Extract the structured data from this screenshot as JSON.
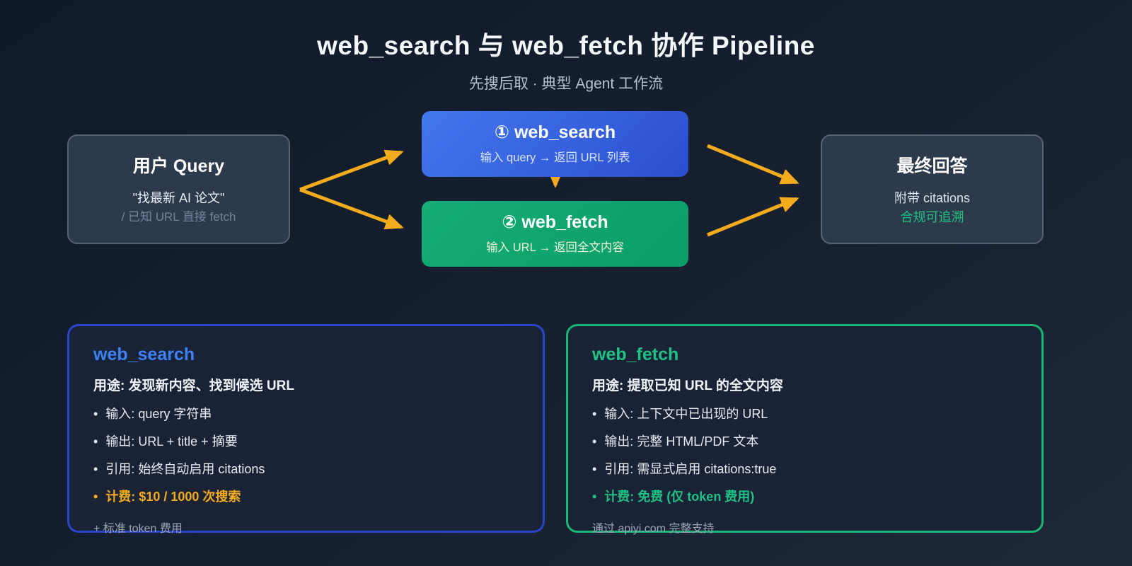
{
  "header": {
    "title": "web_search 与 web_fetch 协作 Pipeline",
    "subtitle": "先搜后取 · 典型 Agent 工作流"
  },
  "flow": {
    "user": {
      "title": "用户 Query",
      "quote": "\"找最新 AI 论文\"",
      "alt": "/ 已知 URL 直接 fetch"
    },
    "search": {
      "title": "① web_search",
      "subtitle": "输入 query → 返回 URL 列表"
    },
    "fetch": {
      "title": "② web_fetch",
      "subtitle": "输入 URL → 返回全文内容"
    },
    "answer": {
      "title": "最终回答",
      "line1": "附带 citations",
      "line2": "合规可追溯"
    }
  },
  "cards": {
    "search": {
      "title": "web_search",
      "purpose": "用途: 发现新内容、找到候选 URL",
      "bullets": [
        "输入: query 字符串",
        "输出: URL + title + 摘要",
        "引用: 始终自动启用 citations",
        "计费: $10 / 1000 次搜索"
      ],
      "footnote": "+ 标准 token 费用"
    },
    "fetch": {
      "title": "web_fetch",
      "purpose": "用途: 提取已知 URL 的全文内容",
      "bullets": [
        "输入: 上下文中已出现的 URL",
        "输出: 完整 HTML/PDF 文本",
        "引用: 需显式启用 citations:true",
        "计费: 免费 (仅 token 费用)"
      ],
      "footnote": "通过 apiyi.com 完整支持"
    }
  },
  "ui": {
    "bullet": "•"
  },
  "colors": {
    "accent_blue": "#3e82f7",
    "accent_green": "#1ec284",
    "accent_amber": "#f5ab1e",
    "arrow_color": "#f5ab1e",
    "search_border": "#2946cd",
    "fetch_border": "#19b878"
  }
}
